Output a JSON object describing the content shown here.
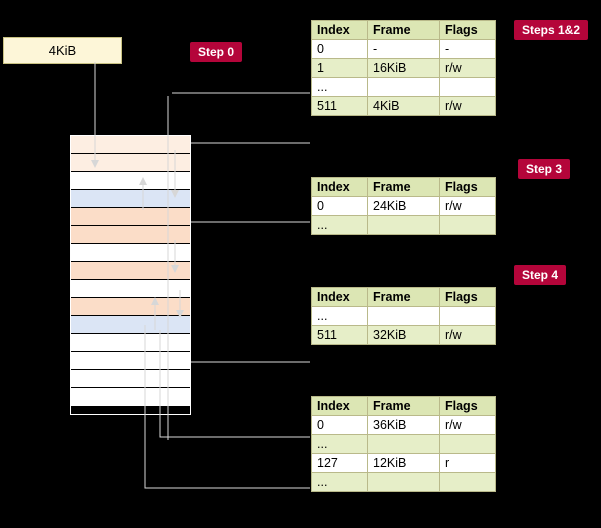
{
  "boxes": {
    "kib_label": "4KiB"
  },
  "step_labels": {
    "step0": "Step 0",
    "steps12": "Steps 1&2",
    "step3": "Step 3",
    "step4": "Step 4"
  },
  "tables": [
    {
      "id": "table-steps-1-2",
      "headers": [
        "Index",
        "Frame",
        "Flags"
      ],
      "rows": [
        {
          "style": "white",
          "cells": [
            "0",
            "-",
            "-"
          ]
        },
        {
          "style": "green",
          "cells": [
            "1",
            "16KiB",
            "r/w"
          ]
        },
        {
          "style": "white",
          "cells": [
            "...",
            "",
            ""
          ]
        },
        {
          "style": "green",
          "cells": [
            "511",
            "4KiB",
            "r/w"
          ]
        }
      ]
    },
    {
      "id": "table-step-3",
      "headers": [
        "Index",
        "Frame",
        "Flags"
      ],
      "rows": [
        {
          "style": "white",
          "cells": [
            "0",
            "24KiB",
            "r/w"
          ]
        },
        {
          "style": "green",
          "cells": [
            "...",
            "",
            ""
          ]
        }
      ]
    },
    {
      "id": "table-step-4",
      "headers": [
        "Index",
        "Frame",
        "Flags"
      ],
      "rows": [
        {
          "style": "white",
          "cells": [
            "...",
            "",
            ""
          ]
        },
        {
          "style": "green",
          "cells": [
            "511",
            "32KiB",
            "r/w"
          ]
        }
      ]
    },
    {
      "id": "table-step-4b",
      "headers": [
        "Index",
        "Frame",
        "Flags"
      ],
      "rows": [
        {
          "style": "white",
          "cells": [
            "0",
            "36KiB",
            "r/w"
          ]
        },
        {
          "style": "green",
          "cells": [
            "...",
            "",
            ""
          ]
        },
        {
          "style": "white",
          "cells": [
            "127",
            "12KiB",
            "r"
          ]
        },
        {
          "style": "green",
          "cells": [
            "...",
            "",
            ""
          ]
        }
      ]
    }
  ],
  "memory_rows": [
    {
      "color": "#fdeee2",
      "height": 18
    },
    {
      "color": "#fdeee2",
      "height": 18
    },
    {
      "color": "#ffffff",
      "height": 18
    },
    {
      "color": "#dbe5f5",
      "height": 18
    },
    {
      "color": "#fbddc8",
      "height": 18
    },
    {
      "color": "#fbddc8",
      "height": 18
    },
    {
      "color": "#ffffff",
      "height": 18
    },
    {
      "color": "#fbddc8",
      "height": 18
    },
    {
      "color": "#ffffff",
      "height": 18
    },
    {
      "color": "#fbddc8",
      "height": 18
    },
    {
      "color": "#dbe5f5",
      "height": 18
    },
    {
      "color": "#ffffff",
      "height": 18
    },
    {
      "color": "#ffffff",
      "height": 18
    },
    {
      "color": "#ffffff",
      "height": 18
    },
    {
      "color": "#ffffff",
      "height": 18
    }
  ],
  "colors": {
    "background": "#000000",
    "table_header": "#dce6b4",
    "table_alt_row": "#e6eec8",
    "label_badge": "#b4053a",
    "box_fill": "#fdf6d8",
    "connector": "#d7d7d7"
  }
}
